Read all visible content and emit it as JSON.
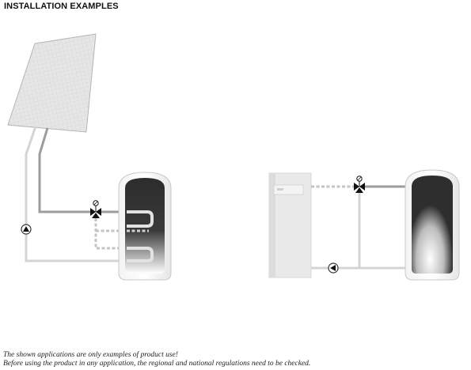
{
  "header": {
    "title": "INSTALLATION EXAMPLES"
  },
  "footer": {
    "note_line1": "The shown applications are only examples of product use!",
    "note_line2": "Before using the product in any application, the regional and national regulations need to be checked."
  },
  "colors": {
    "pipe_dark": "#9a9a9a",
    "pipe_light": "#d2d2d2",
    "pipe_dashed": "#c8c8c8",
    "tank_shell": "#eeeeee",
    "panel": "#e4e4e4",
    "text": "#111111"
  },
  "diagram": {
    "left_example": "solar-collector-tank-system",
    "right_example": "boiler-tank-system"
  }
}
